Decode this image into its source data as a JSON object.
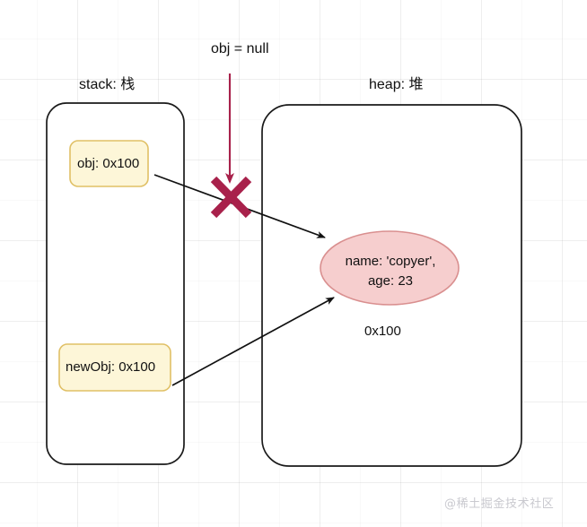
{
  "diagram": {
    "title_annotation": "obj = null",
    "colors": {
      "container_stroke": "#1a1a1a",
      "var_box_fill": "#fdf6d8",
      "var_box_stroke": "#e0c066",
      "heap_object_fill": "#f6cece",
      "heap_object_stroke": "#d98f8f",
      "cross_mark": "#a8214b",
      "null_arrow": "#a8214b",
      "reference_arrow": "#111111",
      "text": "#111111",
      "watermark": "#c9c9cf",
      "grid": "#e8e8ec",
      "background": "#ffffff"
    },
    "regions": [
      {
        "id": "stack",
        "label": "stack: 栈",
        "variables": [
          {
            "id": "obj",
            "text": "obj: 0x100"
          },
          {
            "id": "newObj",
            "text": "newObj: 0x100"
          }
        ]
      },
      {
        "id": "heap",
        "label": "heap: 堆",
        "object": {
          "line1": "name: 'copyer',",
          "line2": "age: 23",
          "address": "0x100"
        }
      }
    ],
    "annotations": [
      {
        "id": "null-assignment",
        "text": "obj = null",
        "marker": "cross-mark"
      }
    ],
    "edges": [
      {
        "from": "obj",
        "to": "heap-object",
        "state": "severed"
      },
      {
        "from": "newObj",
        "to": "heap-object",
        "state": "active"
      }
    ]
  },
  "watermark": {
    "text": "@稀土掘金技术社区"
  }
}
